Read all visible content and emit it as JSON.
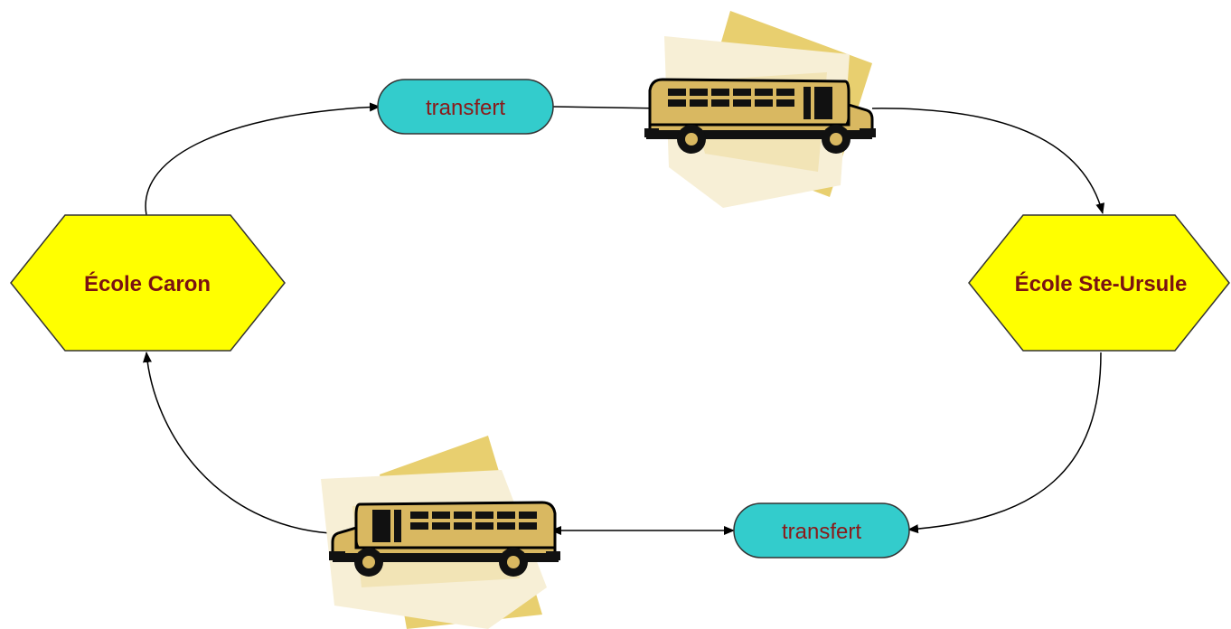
{
  "nodes": {
    "school_left": {
      "label": "École Caron"
    },
    "school_right": {
      "label": "École Ste-Ursule"
    },
    "transfer_top": {
      "label": "transfert"
    },
    "transfer_bottom": {
      "label": "transfert"
    }
  },
  "icons": {
    "bus_top": "school-bus-icon",
    "bus_bottom": "school-bus-icon"
  },
  "colors": {
    "school_fill": "#ffff00",
    "transfer_fill": "#33cccc",
    "text_dark_red": "#7a1212",
    "bus_body": "#d9b861",
    "paper_back": "#e8cf6f",
    "paper_front": "#f7efd6"
  }
}
